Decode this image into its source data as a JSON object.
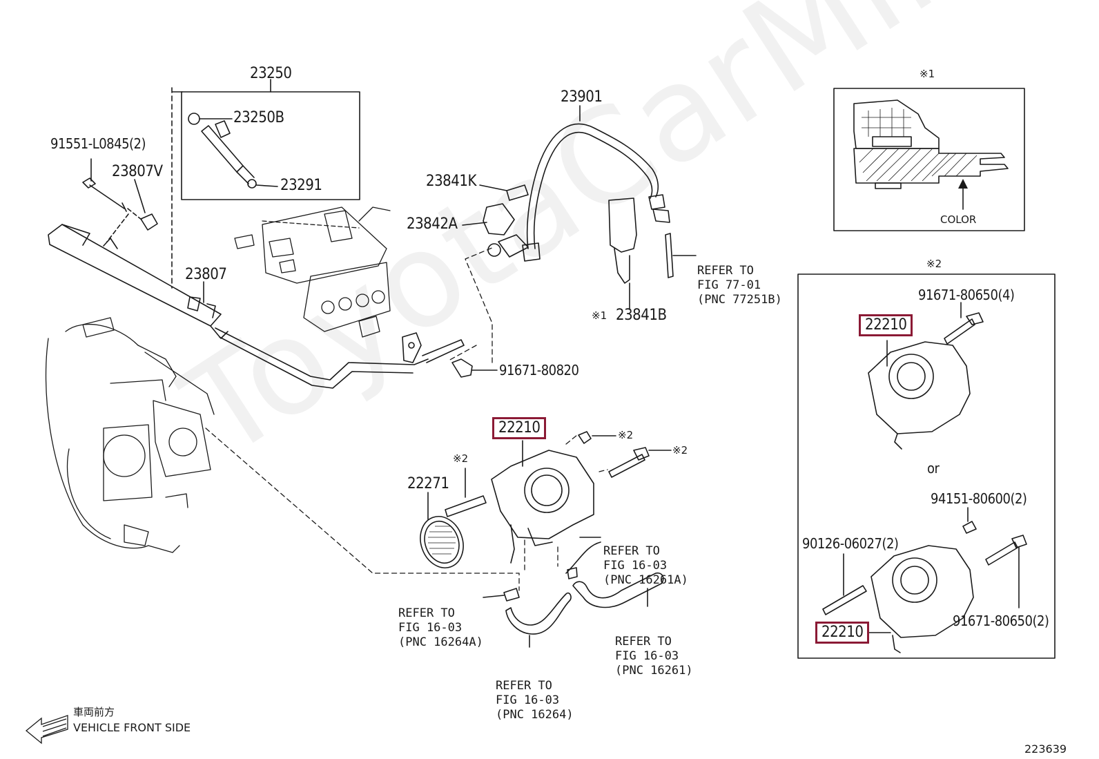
{
  "watermark": "ToyotaCarMine.ru",
  "callouts": {
    "p23250": "23250",
    "p23250B": "23250B",
    "p23291": "23291",
    "p91551": "91551-L0845(2)",
    "p23807V": "23807V",
    "p23807": "23807",
    "p23901": "23901",
    "p23841K": "23841K",
    "p23842A": "23842A",
    "p23841B": "23841B",
    "p23841B_mark": "※1",
    "p91671_80820": "91671-80820",
    "p22210": "22210",
    "p22271": "22271",
    "mark2_a": "※2",
    "mark2_b": "※2",
    "mark2_c": "※2",
    "inset1_title": "※1",
    "inset1_color": "COLOR",
    "inset2_title": "※2",
    "inset2_91671_top": "91671-80650(4)",
    "inset2_22210_top": "22210",
    "inset2_or": "or",
    "inset2_94151": "94151-80600(2)",
    "inset2_90126": "90126-06027(2)",
    "inset2_91671_bottom": "91671-80650(2)",
    "inset2_22210_bottom": "22210"
  },
  "refs": {
    "r77": [
      "REFER TO",
      "FIG 77-01",
      "(PNC 77251B)"
    ],
    "r16261A": [
      "REFER TO",
      "FIG 16-03",
      "(PNC 16261A)"
    ],
    "r16264A": [
      "REFER TO",
      "FIG 16-03",
      "(PNC 16264A)"
    ],
    "r16261": [
      "REFER TO",
      "FIG 16-03",
      "(PNC 16261)"
    ],
    "r16264": [
      "REFER TO",
      "FIG 16-03",
      "(PNC 16264)"
    ]
  },
  "footer": {
    "dir_jp": "車両前方",
    "dir_en": "VEHICLE FRONT SIDE",
    "fig_no": "223639"
  },
  "colors": {
    "highlight": "#8b1a35",
    "line": "#1a1a1a"
  }
}
